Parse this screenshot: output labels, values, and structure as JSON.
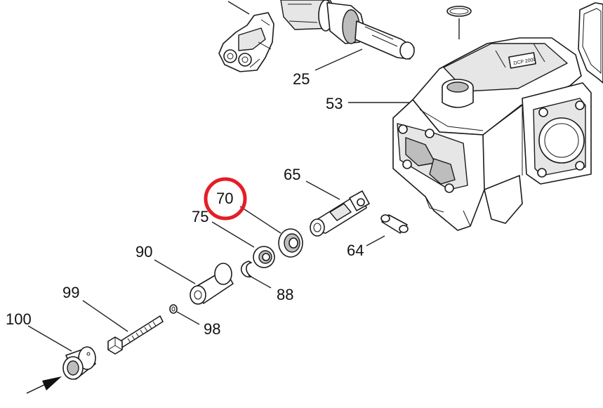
{
  "callouts": [
    {
      "id": "25",
      "label": "25"
    },
    {
      "id": "53",
      "label": "53"
    },
    {
      "id": "65",
      "label": "65"
    },
    {
      "id": "70",
      "label": "70",
      "highlighted": true
    },
    {
      "id": "75",
      "label": "75"
    },
    {
      "id": "64",
      "label": "64"
    },
    {
      "id": "90",
      "label": "90"
    },
    {
      "id": "88",
      "label": "88"
    },
    {
      "id": "99",
      "label": "99"
    },
    {
      "id": "98",
      "label": "98"
    },
    {
      "id": "100",
      "label": "100"
    }
  ],
  "housing_plate_text": "DCP 2000",
  "highlight_color": "#e41e26"
}
